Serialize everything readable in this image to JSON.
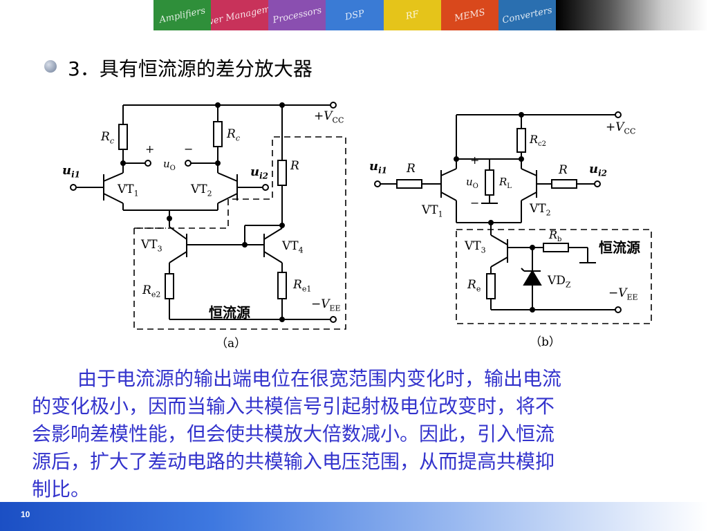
{
  "banner": {
    "tiles": [
      {
        "label": "Amplifiers",
        "color": "#2f8f3a"
      },
      {
        "label": "Power Management",
        "color": "#c8325a"
      },
      {
        "label": "Processors",
        "color": "#8a4fb0"
      },
      {
        "label": "DSP",
        "color": "#3a7bd5"
      },
      {
        "label": "RF",
        "color": "#e5c41a"
      },
      {
        "label": "MEMS",
        "color": "#d9481c"
      },
      {
        "label": "Converters",
        "color": "#2a6fb0"
      }
    ]
  },
  "heading": "3．具有恒流源的差分放大器",
  "circuit_a": {
    "vcc": "+V",
    "vcc_sub": "CC",
    "rc": "R",
    "rc_sub": "c",
    "r": "R",
    "ui": "u",
    "ui1_sub": "i1",
    "ui2_sub": "i2",
    "plus": "+",
    "minus": "−",
    "uo": "u",
    "uo_sub": "O",
    "vt1": "VT",
    "vt1_sub": "1",
    "vt2": "VT",
    "vt2_sub": "2",
    "vt3": "VT",
    "vt3_sub": "3",
    "vt4": "VT",
    "vt4_sub": "4",
    "re": "R",
    "re1_sub": "e1",
    "re2_sub": "e2",
    "vee": "−V",
    "vee_sub": "EE",
    "source_label": "恒流源",
    "caption": "（a）"
  },
  "circuit_b": {
    "vcc": "+V",
    "vcc_sub": "CC",
    "rc2": "R",
    "rc2_sub": "c2",
    "r": "R",
    "ui": "u",
    "ui1_sub": "i1",
    "ui2_sub": "i2",
    "plus": "+",
    "minus": "−",
    "uo": "u",
    "uo_sub": "O",
    "rl": "R",
    "rl_sub": "L",
    "vt1": "VT",
    "vt1_sub": "1",
    "vt2": "VT",
    "vt2_sub": "2",
    "vt3": "VT",
    "vt3_sub": "3",
    "rb": "R",
    "rb_sub": "b",
    "re": "R",
    "re_sub": "e",
    "vdz": "VD",
    "vdz_sub": "Z",
    "vee": "−V",
    "vee_sub": "EE",
    "source_label": "恒流源",
    "caption": "（b）"
  },
  "paragraph": {
    "lines": [
      "由于电流源的输出端电位在很宽范围内变化时，输出电流",
      "的变化极小，因而当输入共模信号引起射极电位改变时，将不",
      "会影响差模性能，但会使共模放大倍数减小。因此，引入恒流",
      "源后，扩大了差动电路的共模输入电压范围，从而提高共模抑",
      "制比。"
    ]
  },
  "footer": {
    "page_number": "10"
  }
}
